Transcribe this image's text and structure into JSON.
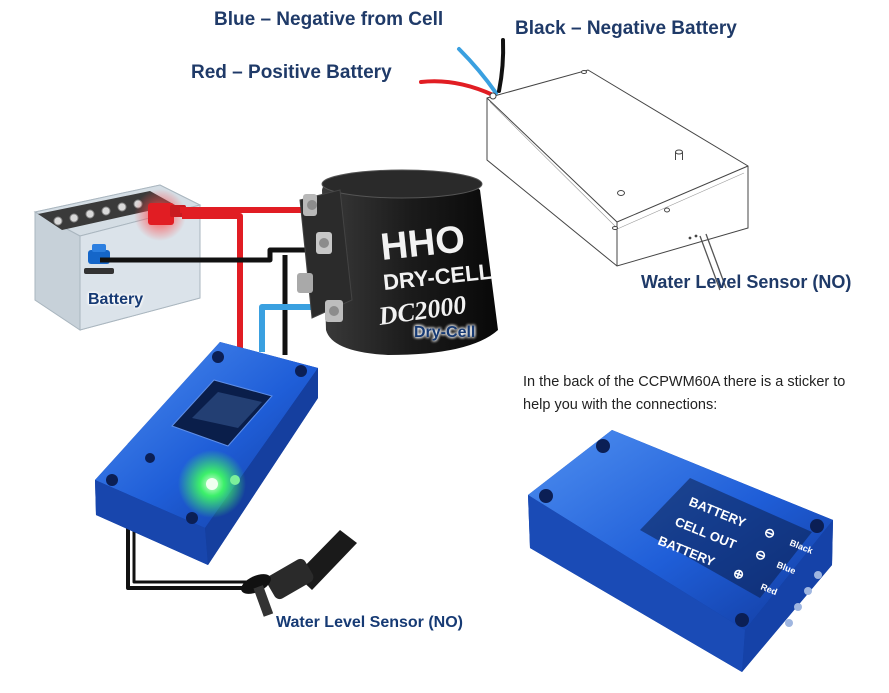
{
  "labels": {
    "blue_wire": "Blue – Negative from Cell",
    "black_wire": "Black – Negative Battery",
    "red_wire": "Red – Positive Battery",
    "water_level_sensor_top": "Water Level Sensor (NO)",
    "battery": "Battery",
    "dry_cell": "Dry-Cell",
    "water_level_sensor_bottom": "Water Level Sensor (NO)"
  },
  "note": "In the back of the CCPWM60A there is a sticker to help you with the connections:",
  "drycell_face": {
    "line1": "HHO",
    "line2": "DRY-CELL",
    "line3": "DC2000"
  },
  "sticker": {
    "row1": "BATTERY",
    "sym1": "⊖",
    "tag1": "Black",
    "row2": "CELL OUT",
    "sym2": "⊖",
    "tag2": "Blue",
    "row3": "BATTERY",
    "sym3": "⊕",
    "tag3": "Red"
  },
  "colors": {
    "red_wire": "#e11d23",
    "blue_wire": "#3aa0e0",
    "black_wire": "#111111",
    "controller_blue": "#1e5fd6",
    "label_navy": "#1f3a68"
  }
}
